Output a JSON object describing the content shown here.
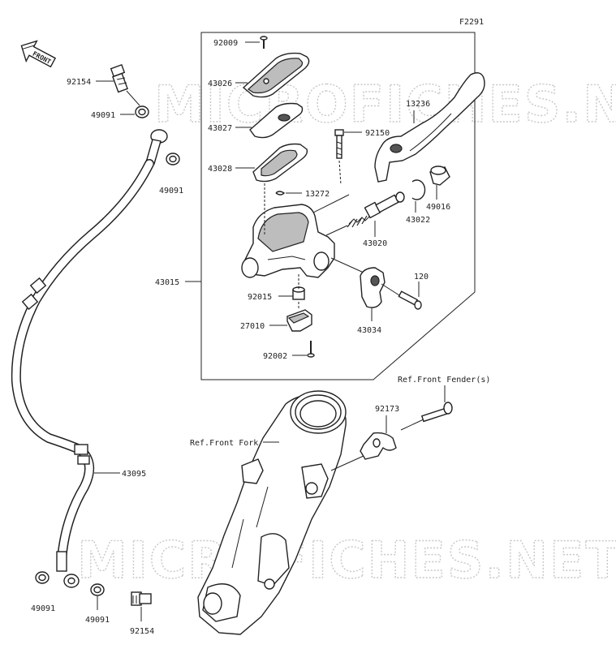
{
  "figure_code": "F2291",
  "front_badge": "FRONT",
  "watermark": "MICROFICHES.NET",
  "parts": {
    "p92009": "92009",
    "p43026": "43026",
    "p43027": "43027",
    "p43028": "43028",
    "p13272": "13272",
    "p92150": "92150",
    "p13236": "13236",
    "p43022": "43022",
    "p49016": "49016",
    "p43020": "43020",
    "p43015": "43015",
    "p92015": "92015",
    "p120": "120",
    "p43034": "43034",
    "p27010": "27010",
    "p92002": "92002",
    "p92154_top": "92154",
    "p49091_top": "49091",
    "p49091_mid": "49091",
    "p43095": "43095",
    "p49091_bl": "49091",
    "p49091_bm": "49091",
    "p92154_bot": "92154",
    "p92173": "92173"
  },
  "refs": {
    "front_fender": "Ref.Front Fender(s)",
    "front_fork": "Ref.Front Fork"
  }
}
